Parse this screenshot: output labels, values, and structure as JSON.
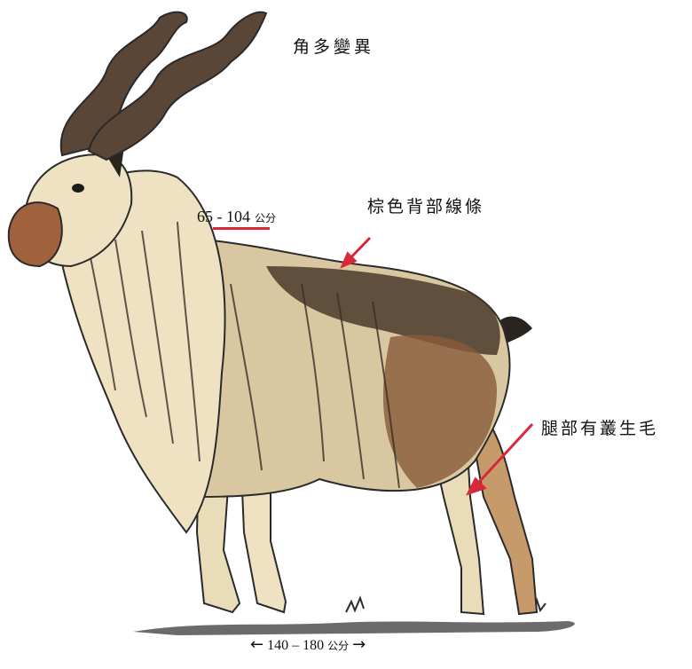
{
  "labels": {
    "horns": "角多變異",
    "back_stripe": "棕色背部線條",
    "leg_hair": "腿部有叢生毛"
  },
  "measurements": {
    "shoulder_height": "65 - 104",
    "shoulder_height_unit": "公分",
    "body_length": "140 – 180",
    "body_length_unit": "公分",
    "arrow_left": "←",
    "arrow_right": "→"
  },
  "colors": {
    "pointer_arrow": "#d8283a",
    "underline": "#d8283a",
    "fur_light": "#efe2c2",
    "fur_dark": "#4a3a2a",
    "face": "#a0613d",
    "horn": "#5a4636"
  }
}
